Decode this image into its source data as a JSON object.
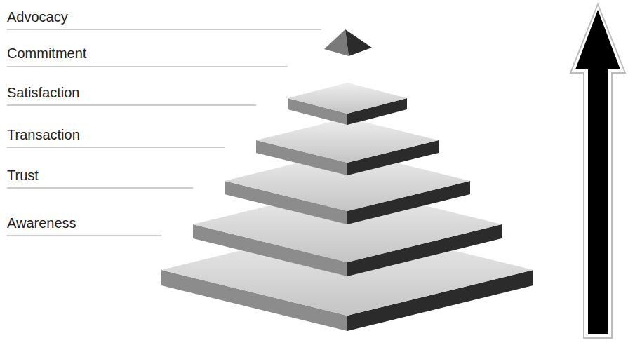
{
  "diagram": {
    "labels": [
      "Advocacy",
      "Commitment",
      "Satisfaction",
      "Transaction",
      "Trust",
      "Awareness"
    ]
  }
}
